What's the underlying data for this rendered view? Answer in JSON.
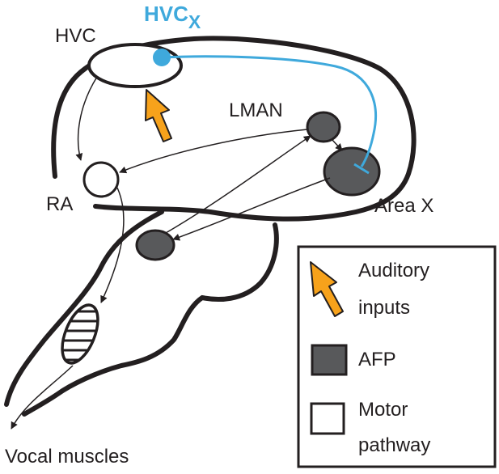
{
  "colors": {
    "outline": "#231f20",
    "hvcx_projection": "#3fa9dc",
    "afp_fill": "#58595b",
    "auditory_arrow": "#f7a21b",
    "motor_fill": "#ffffff"
  },
  "labels": {
    "hvc": "HVC",
    "hvcx_main": "HVC",
    "hvcx_sub": "X",
    "lman": "LMAN",
    "ra": "RA",
    "area_x": "Area X",
    "vocal_muscles": "Vocal muscles"
  },
  "legend": {
    "auditory_line1": "Auditory",
    "auditory_line2": "inputs",
    "afp": "AFP",
    "motor_line1": "Motor",
    "motor_line2": "pathway"
  },
  "icons": {
    "auditory": "orange-arrow-icon",
    "afp": "dark-square-icon",
    "motor": "white-square-icon"
  }
}
